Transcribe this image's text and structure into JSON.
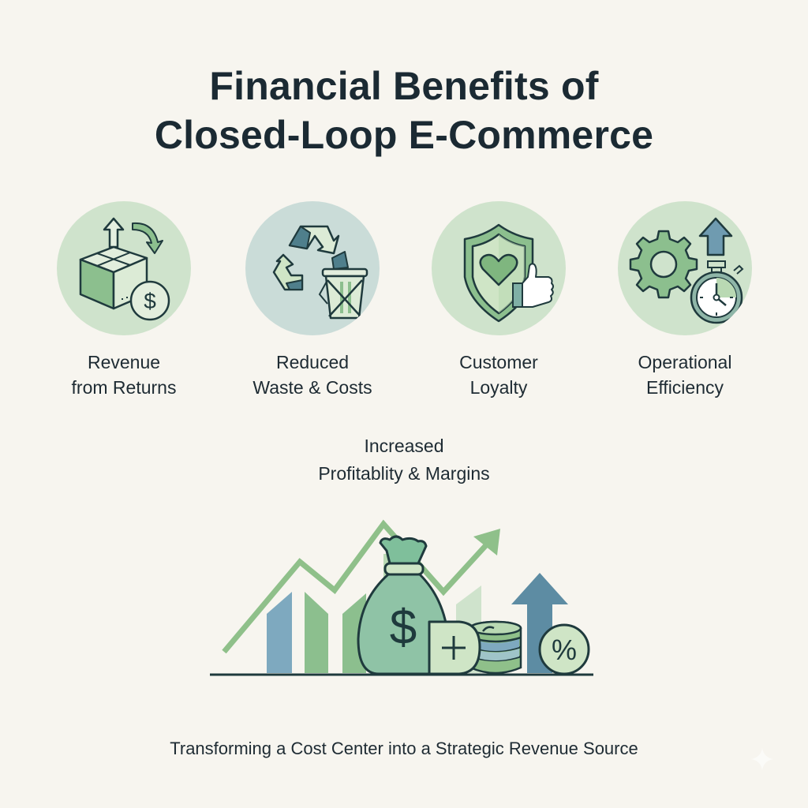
{
  "title": {
    "line1": "Financial Benefits of",
    "line2": "Closed-Loop E-Commerce"
  },
  "benefits": [
    {
      "icon": "box-return-dollar-icon",
      "line1": "Revenue",
      "line2": "from Returns",
      "circle_color": "#cfe3cc"
    },
    {
      "icon": "recycle-trash-icon",
      "line1": "Reduced",
      "line2": "Waste & Costs",
      "circle_color": "#cadcd8"
    },
    {
      "icon": "shield-heart-thumbs-up-icon",
      "line1": "Customer",
      "line2": "Loyalty",
      "circle_color": "#cfe3cc"
    },
    {
      "icon": "gear-stopwatch-arrow-icon",
      "line1": "Operational",
      "line2": "Efficiency",
      "circle_color": "#cfe3cc"
    }
  ],
  "center": {
    "line1": "Increased",
    "line2": "Profitablity & Margins",
    "icon": "growth-chart-money-bag-icon"
  },
  "footer": {
    "text": "Transforming a Cost Center into a Strategic Revenue Source"
  },
  "colors": {
    "background": "#f7f5ef",
    "text": "#1e2b33",
    "green_light": "#cfe3cc",
    "green_mid": "#8fc08a",
    "blue_gray": "#6f9bb0",
    "outline": "#1f3a3d"
  }
}
